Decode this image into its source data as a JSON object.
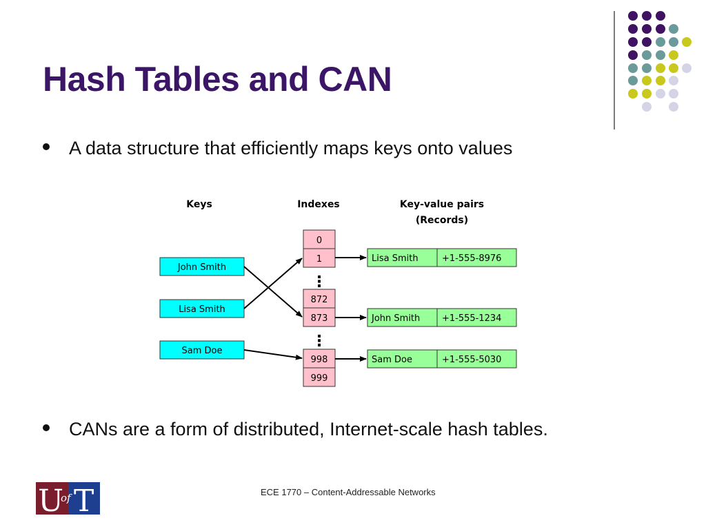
{
  "slide": {
    "title": "Hash Tables and CAN",
    "bullets": [
      "A data structure that efficiently maps keys onto values",
      "CANs are a form of distributed, Internet-scale hash tables."
    ],
    "footer": "ECE 1770 – Content-Addressable Networks"
  },
  "diagram": {
    "headers": {
      "keys": "Keys",
      "indexes": "Indexes",
      "records_line1": "Key-value pairs",
      "records_line2": "(Records)"
    },
    "keys": [
      "John Smith",
      "Lisa Smith",
      "Sam Doe"
    ],
    "indexes": [
      "0",
      "1",
      "872",
      "873",
      "998",
      "999"
    ],
    "ellipsis": "⋮",
    "records": [
      {
        "name": "Lisa Smith",
        "phone": "+1-555-8976"
      },
      {
        "name": "John Smith",
        "phone": "+1-555-1234"
      },
      {
        "name": "Sam Doe",
        "phone": "+1-555-5030"
      }
    ],
    "colors": {
      "key_box": "#00ffff",
      "index_box": "#ffc0cb",
      "record_box": "#99ff99"
    }
  },
  "logo": {
    "letter_u": "U",
    "letter_of": "of",
    "letter_t": "T",
    "colors": {
      "left": "#7a1d2c",
      "right": "#1e3f8f"
    }
  },
  "decor_colors": {
    "purple": "#3f1262",
    "teal": "#6a9a9a",
    "yellow": "#c8c81e",
    "lavender": "#d4d4e6"
  }
}
